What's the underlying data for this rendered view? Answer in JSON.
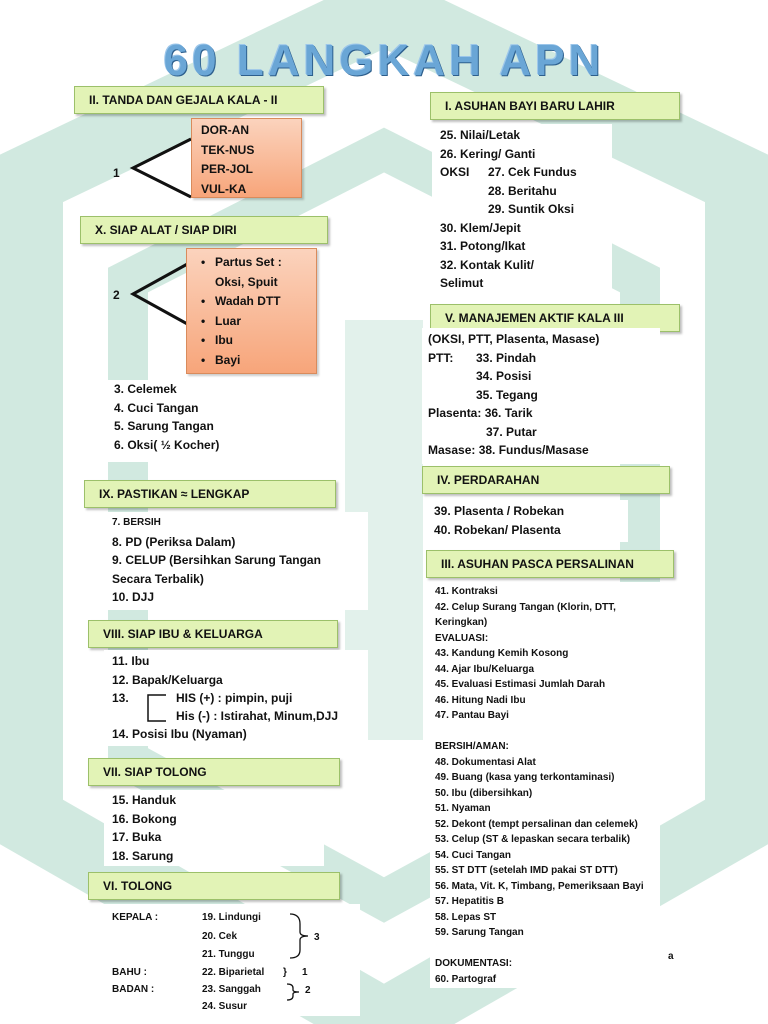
{
  "title": "60 LANGKAH APN",
  "sections": {
    "s2": {
      "header": "II.  TANDA DAN GEJALA KALA - II",
      "num": "1",
      "items": [
        "DOR-AN",
        "TEK-NUS",
        "PER-JOL",
        "VUL-KA"
      ]
    },
    "s10": {
      "header": "X.  SIAP ALAT / SIAP DIRI",
      "num": "2",
      "bullets": [
        "Partus Set :",
        "Wadah DTT",
        "Luar",
        "Ibu",
        "Bayi"
      ],
      "sub": "Oksi, Spuit",
      "steps": [
        "3. Celemek",
        "4. Cuci Tangan",
        "5. Sarung Tangan",
        "6. Oksi( ½ Kocher)"
      ]
    },
    "s9": {
      "header": "IX. PASTIKAN ≈ LENGKAP",
      "steps": [
        "7. BERSIH",
        "8. PD (Periksa Dalam)",
        "9. CELUP (Bersihkan Sarung Tangan",
        "Secara Terbalik)",
        "10. DJJ"
      ]
    },
    "s8": {
      "header": "VIII.    SIAP IBU & KELUARGA",
      "steps": [
        "11. Ibu",
        "12. Bapak/Keluarga"
      ],
      "step13": "13.",
      "his_pos": "HIS (+) : pimpin, puji",
      "his_neg": "His (-) : Istirahat, Minum,DJJ",
      "step14": "14. Posisi Ibu (Nyaman)"
    },
    "s7": {
      "header": "VII.     SIAP TOLONG",
      "steps": [
        "15. Handuk",
        "16. Bokong",
        "17. Buka",
        "18. Sarung"
      ]
    },
    "s6": {
      "header": "VI. TOLONG",
      "kepala": "KEPALA :",
      "kepala_items": [
        "19. Lindungi",
        "20. Cek",
        "21. Tunggu"
      ],
      "kepala_count": "3",
      "bahu": "BAHU   :",
      "bahu_item": "22. Biparietal",
      "bahu_count": "1",
      "badan": "BADAN :",
      "badan_items": [
        "23. Sanggah",
        "24. Susur"
      ],
      "badan_count": "2"
    },
    "s1": {
      "header": "I.    ASUHAN BAYI BARU LAHIR",
      "lines": [
        "25. Nilai/Letak",
        "26. Kering/ Ganti"
      ],
      "oksi": "OKSI",
      "oksi_lines": [
        "27. Cek Fundus",
        "28. Beritahu",
        "29. Suntik Oksi"
      ],
      "lines2": [
        "30. Klem/Jepit",
        "31. Potong/Ikat",
        "32. Kontak Kulit/",
        "Selimut"
      ]
    },
    "s5": {
      "header": "V.  MANAJEMEN AKTIF KALA III",
      "intro": "(OKSI, PTT, Plasenta, Masase)",
      "ptt": "PTT:",
      "ptt_lines": [
        "33. Pindah",
        "34. Posisi",
        "35. Tegang"
      ],
      "plasenta": "Plasenta: 36. Tarik",
      "plasenta2": "37. Putar",
      "masase": "Masase: 38. Fundus/Masase"
    },
    "s4": {
      "header": "IV. PERDARAHAN",
      "lines": [
        "39. Plasenta / Robekan",
        "40. Robekan/ Plasenta"
      ]
    },
    "s3": {
      "header": "III. ASUHAN PASCA PERSALINAN",
      "lines": [
        "41. Kontraksi",
        "42. Celup Surang Tangan (Klorin, DTT,",
        "Keringkan)",
        "EVALUASI:",
        "43. Kandung Kemih Kosong",
        "44. Ajar Ibu/Keluarga",
        "45. Evaluasi Estimasi Jumlah Darah",
        "46. Hitung Nadi Ibu",
        "47. Pantau Bayi",
        "",
        "BERSIH/AMAN:",
        "48. Dokumentasi Alat",
        "49. Buang (kasa yang terkontaminasi)",
        "50. Ibu (dibersihkan)",
        "51. Nyaman",
        "52. Dekont (tempt persalinan dan celemek)",
        "53. Celup (ST & lepaskan secara terbalik)",
        "54. Cuci Tangan",
        "55. ST DTT (setelah IMD pakai ST DTT)",
        "56. Mata, Vit. K, Timbang, Pemeriksaan Bayi",
        "57. Hepatitis B",
        "58. Lepas ST",
        "59. Sarung Tangan",
        "",
        "DOKUMENTASI:",
        "60. Partograf"
      ]
    }
  },
  "corner_mark": "a",
  "colors": {
    "header_bg": "#e2f3b6",
    "orange_box": "#f7a57a",
    "title": "#6aa6d6",
    "background_logo": "#2f9d73"
  }
}
